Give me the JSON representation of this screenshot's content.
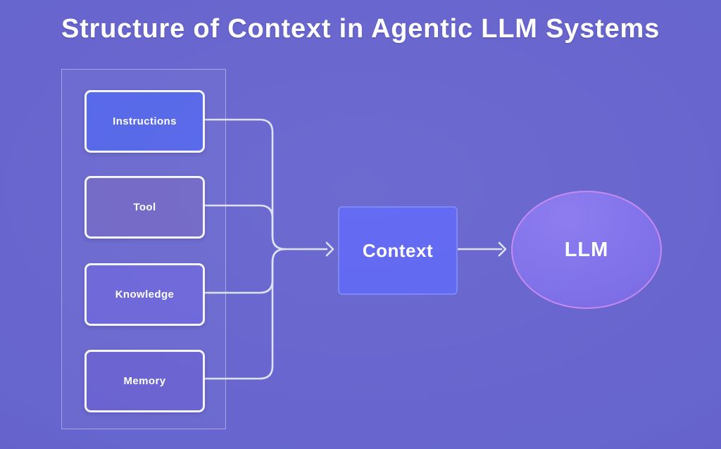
{
  "title": "Structure of Context in Agentic LLM Systems",
  "nodes": {
    "instructions": {
      "label": "Instructions"
    },
    "tool": {
      "label": "Tool"
    },
    "knowledge": {
      "label": "Knowledge"
    },
    "memory": {
      "label": "Memory"
    },
    "context": {
      "label": "Context"
    },
    "llm": {
      "label": "LLM"
    }
  },
  "edges": [
    {
      "from": "Instructions",
      "to": "Context"
    },
    {
      "from": "Tool",
      "to": "Context"
    },
    {
      "from": "Knowledge",
      "to": "Context"
    },
    {
      "from": "Memory",
      "to": "Context"
    },
    {
      "from": "Context",
      "to": "LLM"
    }
  ],
  "colors": {
    "background": "#6765CE",
    "title-text": "#FFFFFF",
    "group-border": "rgba(255,255,255,0.40)",
    "node-border": "#F3F4FC",
    "instructions-fill": "#5667E9",
    "tool-fill": "#7369C7",
    "knowledge-fill": "#6D67DA",
    "memory-fill": "#6A63D1",
    "context-fill": "#5F66F2",
    "context-border": "#7A85F5",
    "llm-fill": "#7E6FE9",
    "llm-border": "#C488F0",
    "connector": "#DDE1F7"
  }
}
